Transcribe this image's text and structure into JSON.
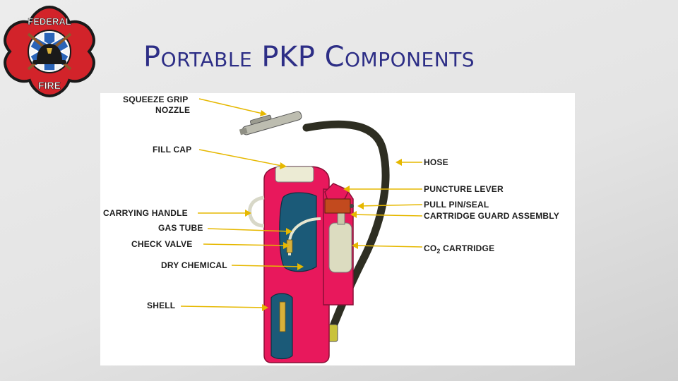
{
  "slide": {
    "title": "Portable PKP Components"
  },
  "logo": {
    "top_text": "FEDERAL",
    "bottom_text": "FIRE",
    "colors": {
      "cross": "#d2232a",
      "outline": "#1a1a1a",
      "star": "#2a64b8"
    }
  },
  "diagram": {
    "labels": {
      "squeeze_grip": "SQUEEZE GRIP",
      "nozzle": "NOZZLE",
      "fill_cap": "FILL CAP",
      "carrying_handle": "CARRYING HANDLE",
      "gas_tube": "GAS TUBE",
      "check_valve": "CHECK VALVE",
      "dry_chemical": "DRY CHEMICAL",
      "shell": "SHELL",
      "hose": "HOSE",
      "puncture_lever": "PUNCTURE LEVER",
      "pull_pin_seal": "PULL PIN/SEAL",
      "cartridge_guard_assembly": "CARTRIDGE GUARD ASSEMBLY",
      "co2_cartridge_prefix": "CO",
      "co2_cartridge_sub": "2",
      "co2_cartridge_suffix": " CARTRIDGE"
    },
    "colors": {
      "shell": "#e8185c",
      "dry_chemical": "#1b5a78",
      "hose": "#2e2e22",
      "cartridge": "#dcdcc0",
      "nozzle": "#bdbdb0",
      "fill_cap": "#ecebd4",
      "leader_line": "#e6b800"
    }
  }
}
